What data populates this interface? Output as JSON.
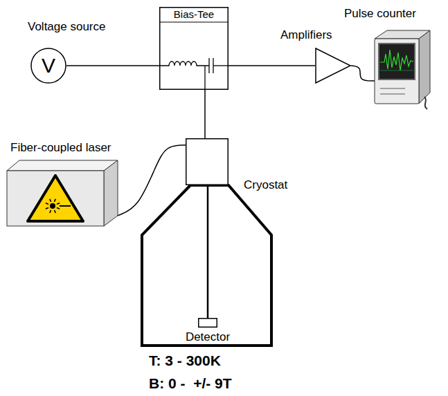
{
  "diagram": {
    "nodes": [
      {
        "text": [
          "Voltage source",
          "V"
        ]
      },
      {
        "text": [
          "Bias-Tee"
        ]
      },
      {
        "text": [
          "Amplifiers"
        ]
      },
      {
        "text": [
          "Pulse counter"
        ]
      },
      {
        "text": [
          "Fiber-coupled laser"
        ]
      },
      {
        "text": [
          "Cryostat"
        ]
      },
      {
        "text": [
          "Detector"
        ]
      }
    ],
    "edges": [
      {
        "from": 0,
        "to": 1,
        "arrow": "none"
      },
      {
        "from": 1,
        "to": 2,
        "arrow": "none"
      },
      {
        "from": 2,
        "to": 3,
        "arrow": "none"
      },
      {
        "from": 1,
        "to": 5,
        "arrow": "none"
      },
      {
        "from": 4,
        "to": 5,
        "arrow": "none"
      },
      {
        "from": 5,
        "to": 6,
        "arrow": "none"
      }
    ],
    "labels": [
      "T: 3 - 300K",
      "B: 0 -  +/- 9T"
    ]
  }
}
